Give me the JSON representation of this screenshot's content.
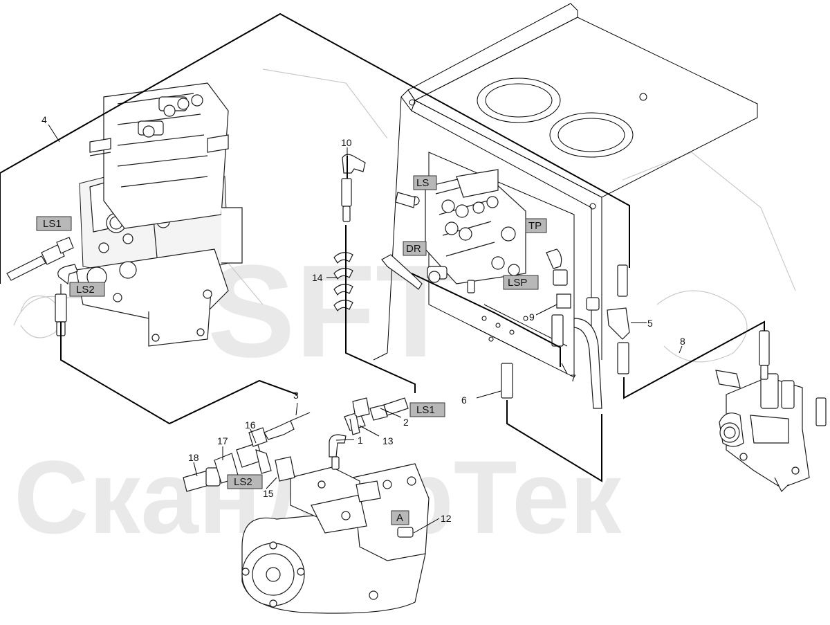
{
  "watermark": {
    "brand": "SFT",
    "name": "СкандорТек"
  },
  "callouts": [
    "1",
    "2",
    "3",
    "4",
    "5",
    "6",
    "7",
    "8",
    "9",
    "10",
    "12",
    "13",
    "14",
    "15",
    "16",
    "17",
    "18"
  ],
  "port_labels": {
    "ls1_left": "LS1",
    "ls2_left": "LS2",
    "ls_right": "LS",
    "tp": "TP",
    "dr": "DR",
    "lsp": "LSP",
    "ls1_bottom": "LS1",
    "ls2_bottom": "LS2",
    "a": "A"
  }
}
